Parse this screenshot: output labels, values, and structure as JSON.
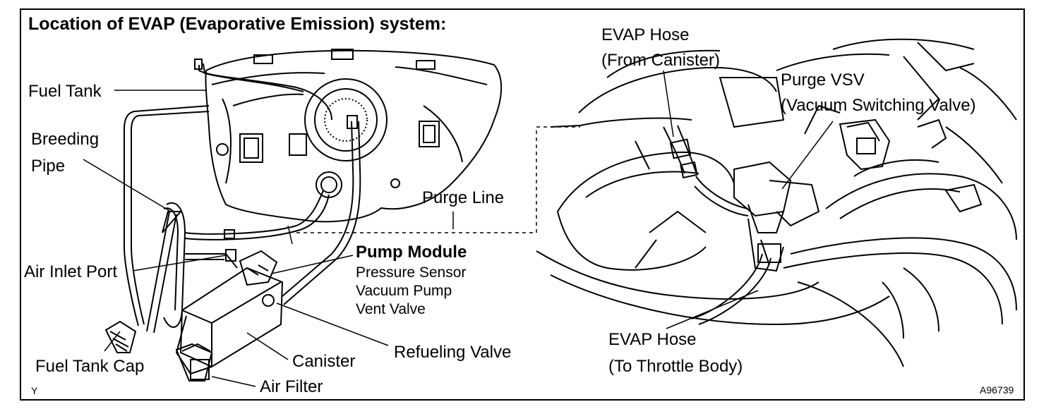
{
  "title": "Location of EVAP (Evaporative Emission) system:",
  "left_labels": {
    "fuel_tank": "Fuel Tank",
    "breeding_pipe_1": "Breeding",
    "breeding_pipe_2": "Pipe",
    "air_inlet_port": "Air Inlet Port",
    "fuel_tank_cap": "Fuel Tank Cap",
    "purge_line": "Purge Line",
    "pump_module": "Pump Module",
    "pressure_sensor": "Pressure Sensor",
    "vacuum_pump": "Vacuum Pump",
    "vent_valve": "Vent Valve",
    "refueling_valve": "Refueling Valve",
    "canister": "Canister",
    "air_filter": "Air Filter"
  },
  "right_labels": {
    "evap_hose_from_1": "EVAP Hose",
    "evap_hose_from_2": "(From Canister)",
    "purge_vsv_1": "Purge VSV",
    "purge_vsv_2": "(Vacuum Switching Valve)",
    "evap_hose_to_1": "EVAP Hose",
    "evap_hose_to_2": "(To Throttle Body)"
  },
  "corner_marks": {
    "orientation": "Y",
    "figure_id": "A96739"
  }
}
